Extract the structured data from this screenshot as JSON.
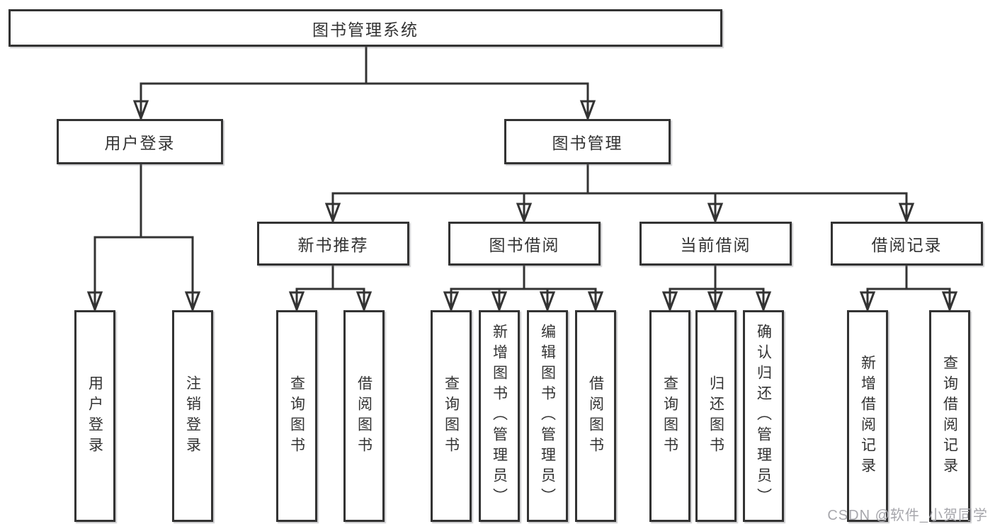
{
  "colors": {
    "line": "#333333",
    "text": "#333333",
    "watermark_text": "#a7a7ac",
    "background": "#ffffff"
  },
  "watermark": "CSDN @软件_小贺同学",
  "nodes": {
    "root": {
      "label": "图书管理系统"
    },
    "level2": [
      {
        "label": "用户登录"
      },
      {
        "label": "图书管理"
      }
    ],
    "level3": [
      {
        "label": "新书推荐"
      },
      {
        "label": "图书借阅"
      },
      {
        "label": "当前借阅"
      },
      {
        "label": "借阅记录"
      }
    ],
    "leaves": [
      {
        "label": "用户登录"
      },
      {
        "label": "注销登录"
      },
      {
        "label": "查询图书"
      },
      {
        "label": "借阅图书"
      },
      {
        "label": "查询图书"
      },
      {
        "label": "新增图书（管理员）"
      },
      {
        "label": "编辑图书（管理员）"
      },
      {
        "label": "借阅图书"
      },
      {
        "label": "查询图书"
      },
      {
        "label": "归还图书"
      },
      {
        "label": "确认归还（管理员）"
      },
      {
        "label": "新增借阅记录"
      },
      {
        "label": "查询借阅记录"
      }
    ]
  }
}
